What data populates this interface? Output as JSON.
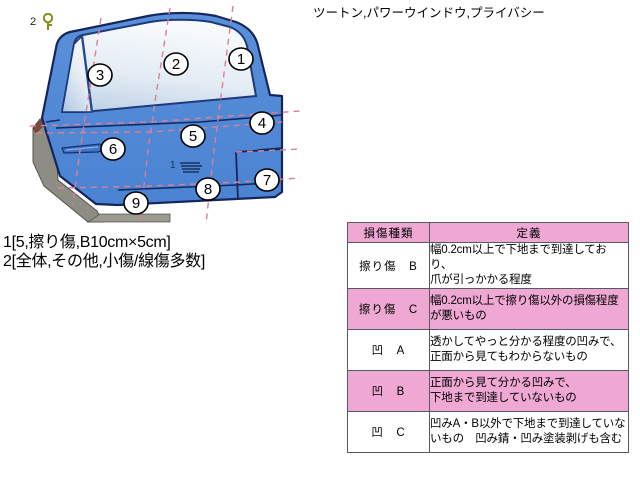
{
  "header": {
    "caption": "ツートン,パワーウインドウ,プライバシー"
  },
  "diagram": {
    "title": "rear-door-damage-map",
    "panel_colors": {
      "body_blue": "#4d86d6",
      "body_blue_light": "#6f9fe0",
      "glass_light": "#e9eef6",
      "glass_tint": "#c5d6ea",
      "outline": "#1b2f6b",
      "trim_grey": "#8c8c82",
      "dash_pink": "#e07a8f",
      "divider_navy": "#122a63"
    },
    "zone_numbers": [
      "1",
      "2",
      "3",
      "4",
      "5",
      "6",
      "7",
      "8",
      "9"
    ],
    "markers": [
      {
        "id": "marker-2",
        "label": "2",
        "icon": "damage-pin-icon"
      },
      {
        "id": "marker-1",
        "label": "1",
        "icon": "scratch-lines-icon"
      }
    ]
  },
  "damage_notes": [
    "1[5,擦り傷,B10cm×5cm]",
    "2[全体,その他,小傷/線傷多数]"
  ],
  "definition_table": {
    "headers": [
      "損傷種類",
      "定義"
    ],
    "rows": [
      {
        "type": "擦り傷　B",
        "definition_lines": [
          "幅0.2cm以上で下地まで到達しており、",
          "爪が引っかかる程度"
        ],
        "highlight": false
      },
      {
        "type": "擦り傷　C",
        "definition_lines": [
          "幅0.2cm以上で擦り傷以外の損傷程度",
          "が悪いもの"
        ],
        "highlight": true
      },
      {
        "type": "凹　A",
        "definition_lines": [
          "透かしてやっと分かる程度の凹みで、",
          "正面から見てもわからないもの"
        ],
        "highlight": false
      },
      {
        "type": "凹　B",
        "definition_lines": [
          "正面から見て分かる凹みで、",
          "下地まで到達していないもの"
        ],
        "highlight": true
      },
      {
        "type": "凹　C",
        "definition_lines": [
          "凹みA・B以外で下地まで到達していな",
          "いもの　凹み錆・凹み塗装剥げも含む"
        ],
        "highlight": false
      }
    ]
  }
}
